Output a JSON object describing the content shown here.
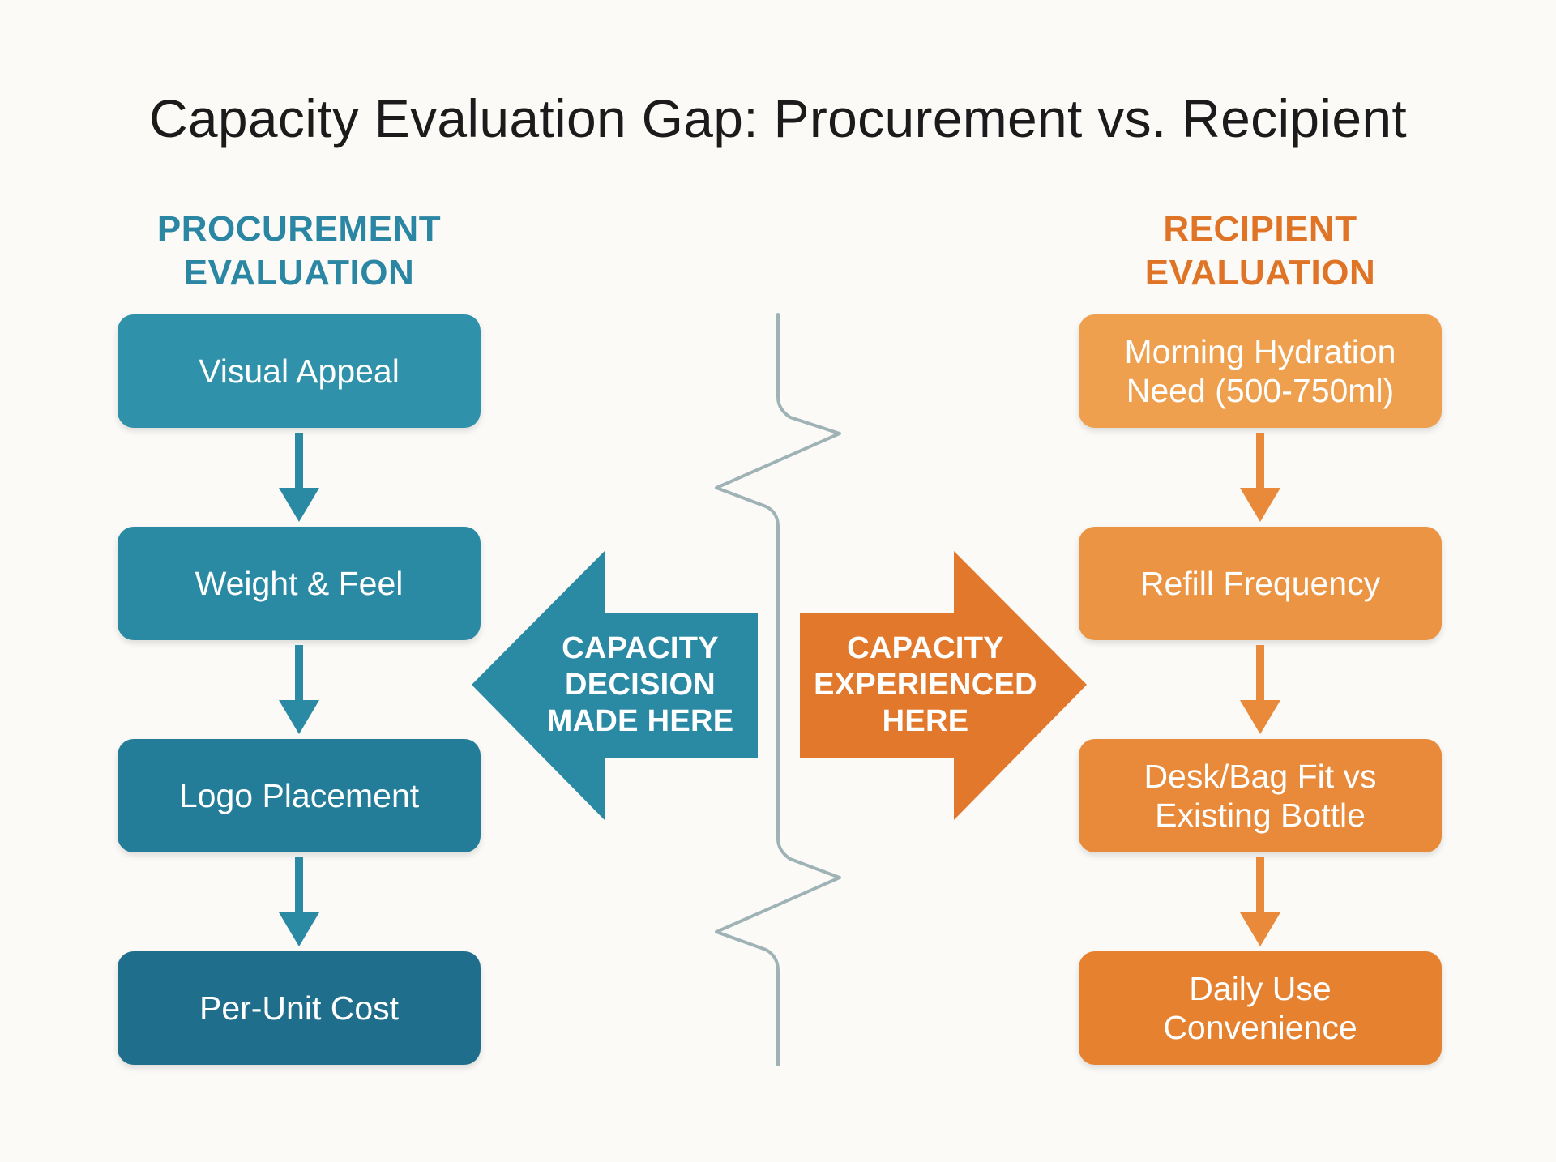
{
  "title": "Capacity Evaluation Gap: Procurement vs. Recipient",
  "colors": {
    "procurement": "#2a86a3",
    "recipient": "#df7326",
    "divider": "#9fb3b6"
  },
  "procurement": {
    "heading": [
      "PROCUREMENT",
      "EVALUATION"
    ],
    "steps": [
      {
        "lines": [
          "Visual Appeal"
        ]
      },
      {
        "lines": [
          "Weight & Feel"
        ]
      },
      {
        "lines": [
          "Logo Placement"
        ]
      },
      {
        "lines": [
          "Per-Unit Cost"
        ]
      }
    ]
  },
  "recipient": {
    "heading": [
      "RECIPIENT",
      "EVALUATION"
    ],
    "steps": [
      {
        "lines": [
          "Morning Hydration",
          "Need (500-750ml)"
        ]
      },
      {
        "lines": [
          "Refill Frequency"
        ]
      },
      {
        "lines": [
          "Desk/Bag Fit vs",
          "Existing Bottle"
        ]
      },
      {
        "lines": [
          "Daily Use",
          "Convenience"
        ]
      }
    ]
  },
  "center": {
    "left_arrow": [
      "CAPACITY",
      "DECISION",
      "MADE HERE"
    ],
    "right_arrow": [
      "CAPACITY",
      "EXPERIENCED",
      "HERE"
    ]
  }
}
